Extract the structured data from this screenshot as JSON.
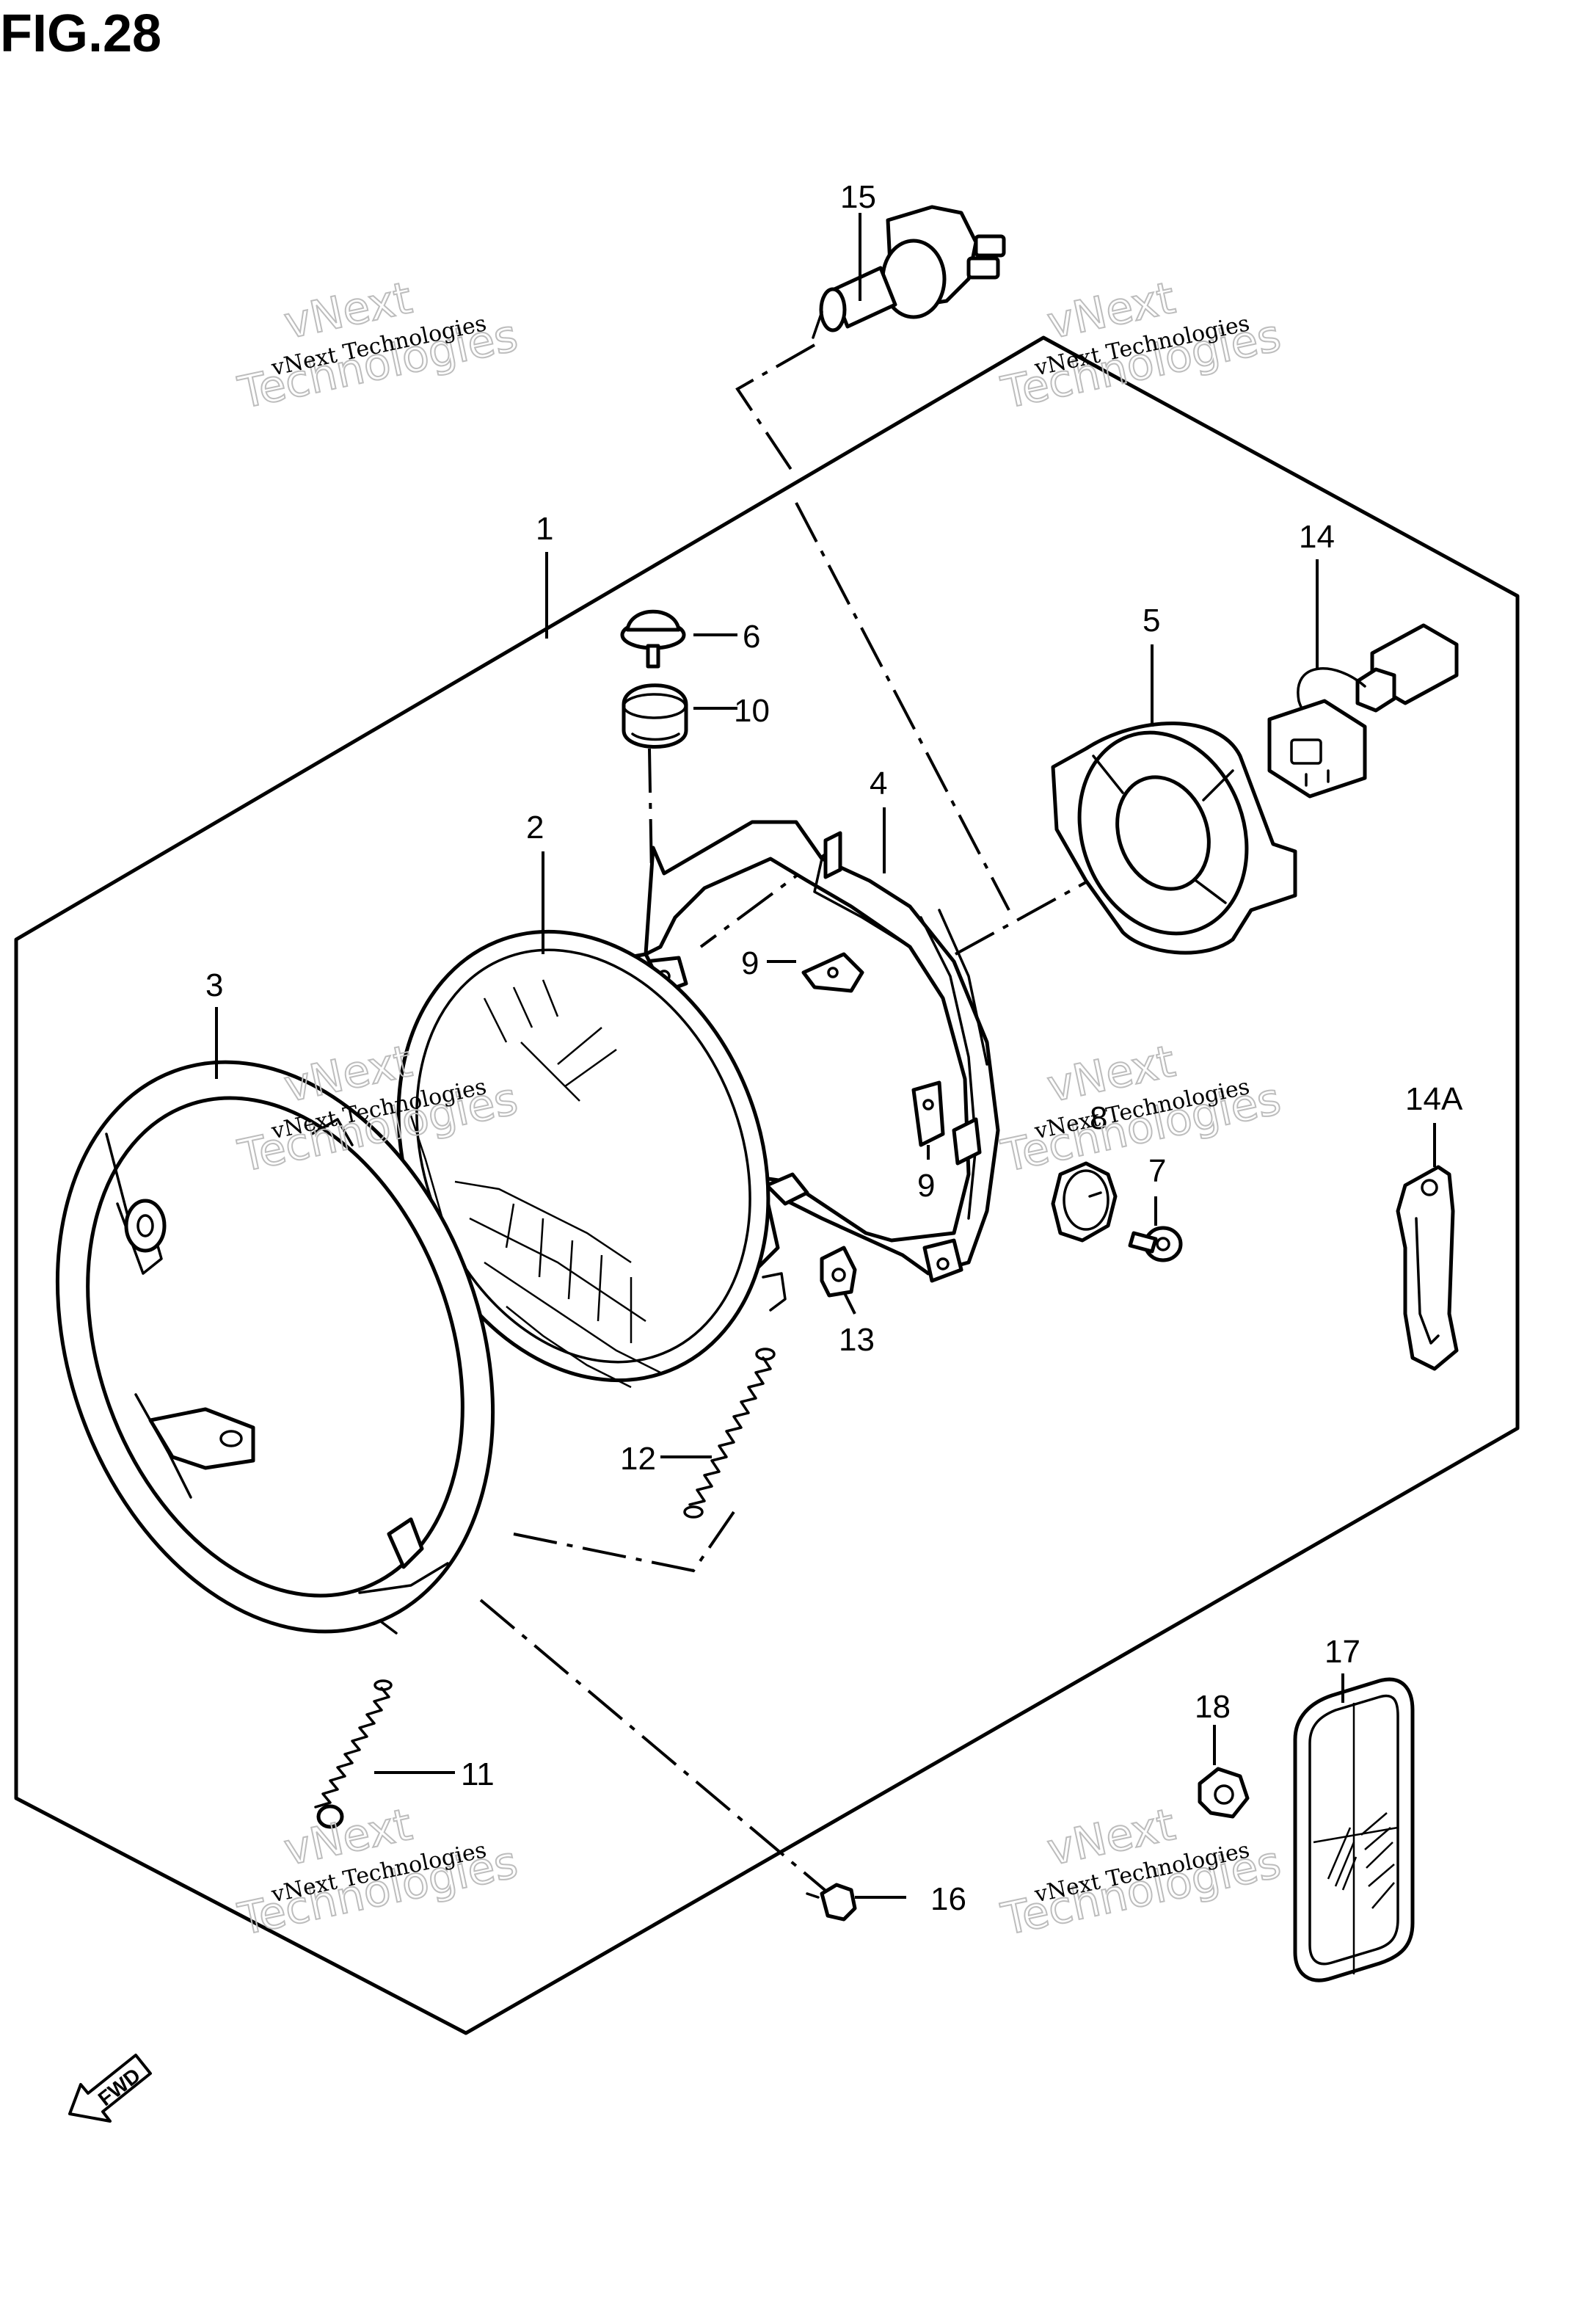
{
  "figure": {
    "title": "FIG.28"
  },
  "watermark": {
    "line_small": "vNext Technologies",
    "line_big_1": "vNext",
    "line_big_2": "Technologies"
  },
  "direction_label": "FWD",
  "callouts": {
    "p1": "1",
    "p2": "2",
    "p3": "3",
    "p4": "4",
    "p5": "5",
    "p6": "6",
    "p7": "7",
    "p8": "8",
    "p9a": "9",
    "p9b": "9",
    "p10": "10",
    "p11": "11",
    "p12": "12",
    "p13": "13",
    "p14": "14",
    "p14a": "14A",
    "p15": "15",
    "p16": "16",
    "p17": "17",
    "p18": "18"
  },
  "colors": {
    "ink": "#000000",
    "paper": "#ffffff",
    "watermark_outline": "#bdbdbd"
  }
}
